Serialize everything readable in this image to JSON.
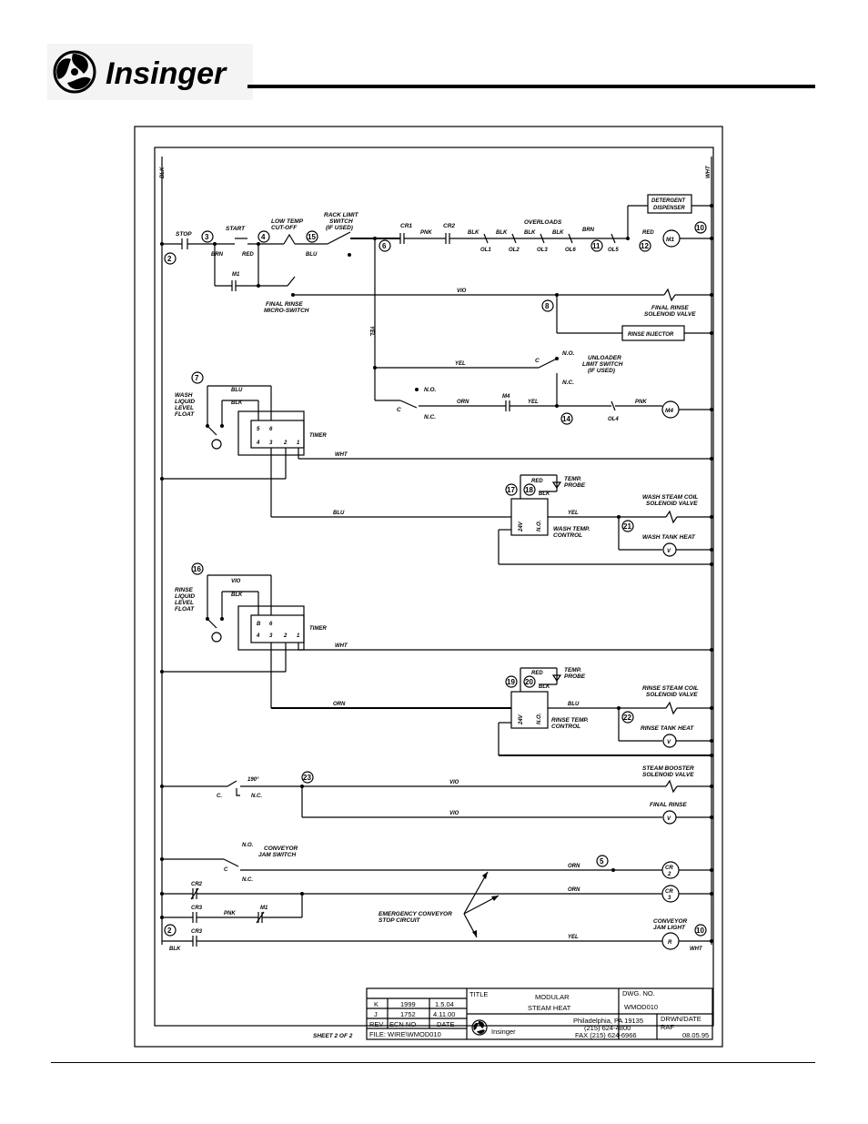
{
  "brand": {
    "name": "Insinger"
  },
  "labels": {
    "blk_top": "BLK",
    "wht_top": "WHT",
    "stop": "STOP",
    "start": "START",
    "brn": "BRN",
    "red": "RED",
    "low_temp": "LOW TEMP",
    "cut_off": "CUT-OFF",
    "rack_limit_1": "RACK LIMIT",
    "rack_limit_2": "SWITCH",
    "rack_limit_3": "(IF USED)",
    "blu": "BLU",
    "cr1": "CR1",
    "pnk": "PNK",
    "cr2": "CR2",
    "overloads": "OVERLOADS",
    "blk": "BLK",
    "ol1": "OL1",
    "ol2": "OL2",
    "ol3": "OL3",
    "ol6": "OL6",
    "ol5": "OL5",
    "brn2": "BRN",
    "red2": "RED",
    "m1": "M1",
    "detergent_1": "DETERGENT",
    "detergent_2": "DISPENSER",
    "m1_contact": "M1",
    "final_rinse_sw_1": "FINAL RINSE",
    "final_rinse_sw_2": "MICRO-SWITCH",
    "vio": "VIO",
    "final_rinse_sol_1": "FINAL RINSE",
    "final_rinse_sol_2": "SOLENOID VALVE",
    "rinse_injector": "RINSE INJECTOR",
    "yel_vert": "YEL",
    "yel": "YEL",
    "c": "C",
    "no": "N.O.",
    "nc": "N.C.",
    "unloader_1": "UNLOADER",
    "unloader_2": "LIMIT SWITCH",
    "unloader_3": "(IF USED)",
    "orn": "ORN",
    "m4": "M4",
    "ol4": "OL4",
    "wash_float_1": "WASH",
    "wash_float_2": "LIQUID",
    "wash_float_3": "LEVEL",
    "wash_float_4": "FLOAT",
    "timer": "TIMER",
    "wht": "WHT",
    "t5": "5",
    "t6": "6",
    "t4": "4",
    "t3": "3",
    "t2": "2",
    "t1": "1",
    "t_b": "B",
    "temp_probe_1": "TEMP.",
    "temp_probe_2": "PROBE",
    "wash_steam_1": "WASH STEAM COIL",
    "wash_steam_2": "SOLENOID VALVE",
    "wash_temp_1": "WASH TEMP.",
    "wash_temp_2": "CONTROL",
    "wash_tank_heat": "WASH TANK HEAT",
    "v24": "24V",
    "no2": "N.O.",
    "rinse_float_1": "RINSE",
    "rinse_float_2": "LIQUID",
    "rinse_float_3": "LEVEL",
    "rinse_float_4": "FLOAT",
    "rinse_steam_1": "RINSE STEAM COIL",
    "rinse_steam_2": "SOLENOID VALVE",
    "rinse_temp_1": "RINSE TEMP.",
    "rinse_temp_2": "CONTROL",
    "rinse_tank_heat": "RINSE TANK HEAT",
    "t190": "190°",
    "c2": "C.",
    "nc2": "N.C.",
    "booster_1": "STEAM BOOSTER",
    "booster_2": "SOLENOID VALVE",
    "final_rinse": "FINAL RINSE",
    "conveyor_1": "CONVEYOR",
    "conveyor_2": "JAM SWITCH",
    "cr2_l": "CR2",
    "cr3_l": "CR3",
    "cr3_l2": "CR3",
    "m1_l": "M1",
    "emergency_1": "EMERGENCY CONVEYOR",
    "emergency_2": "STOP CIRCUIT",
    "jam_light_1": "CONVEYOR",
    "jam_light_2": "JAM LIGHT",
    "blk_bottom": "BLK",
    "wht_bottom": "WHT",
    "v": "V",
    "r": "R",
    "cr_2a": "CR",
    "cr_2b": "2",
    "cr_3a": "CR",
    "cr_3b": "3"
  },
  "nodes": [
    "2",
    "3",
    "4",
    "15",
    "6",
    "11",
    "12",
    "10",
    "8",
    "7",
    "14",
    "17",
    "18",
    "21",
    "16",
    "19",
    "20",
    "22",
    "23",
    "5",
    "2",
    "10"
  ],
  "title_block": {
    "title_label": "TITLE",
    "title_1": "MODULAR",
    "title_2": "STEAM HEAT",
    "dwg_label": "DWG. NO.",
    "dwg_no": "WMOD010",
    "address_1": "Philadelphia, PA 19135",
    "address_2": "(215) 624-4800",
    "address_3": "FAX (215) 624-6966",
    "drawn_label": "DRWN/DATE",
    "drawn_by": "RAF",
    "drawn_date": "08.05.95",
    "sheet": "SHEET 2 OF 2",
    "file": "FILE: WIRE\\WMOD010",
    "rev_header": [
      "REV",
      "ECN NO",
      "DATE"
    ],
    "revisions": [
      [
        "K",
        "1999",
        "1.5.04"
      ],
      [
        "J",
        "1752",
        "4.11.00"
      ]
    ]
  }
}
